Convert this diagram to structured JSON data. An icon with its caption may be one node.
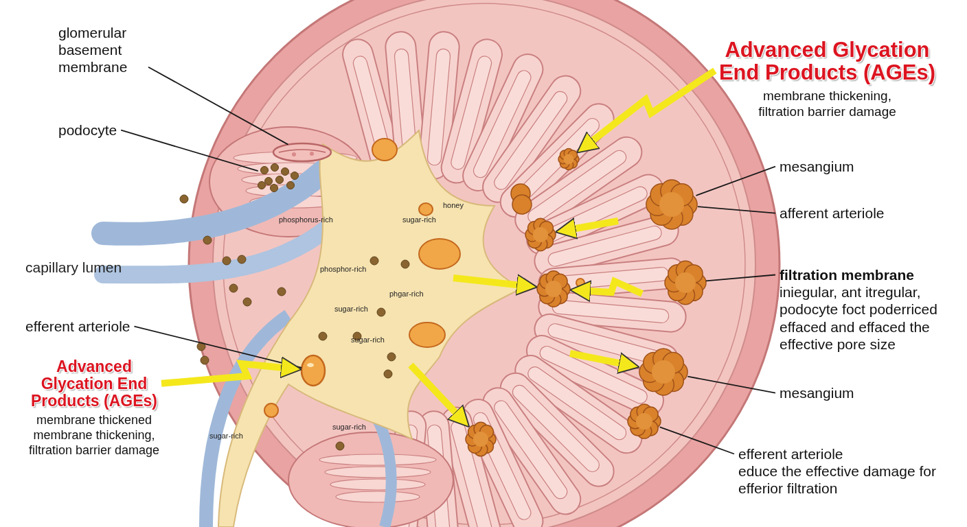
{
  "diagram": {
    "nodes": [
      {
        "text": [
          "glomerular basement membrane"
        ]
      },
      {
        "text": [],
        "shape": "picture"
      },
      {
        "text": [
          "podocyte"
        ]
      },
      {
        "text": [],
        "shape": "picture"
      },
      {
        "text": [
          "efferent arteriole"
        ]
      },
      {
        "text": [],
        "shape": "picture"
      },
      {
        "text": [
          "Advanced Glycation End Products (AGEs)",
          "membrane thickened membrane thickening, filtration barrier damage"
        ]
      },
      {
        "text": [
          "Advanced Glycation End Products (AGEs)",
          "membrane thickening, filtration barrier damage"
        ]
      },
      {
        "text": [],
        "shape": "picture"
      },
      {
        "text": [
          "mesangium"
        ]
      },
      {
        "text": [],
        "shape": "picture"
      },
      {
        "text": [
          "afferent arteriole"
        ]
      },
      {
        "text": [
          "filtration membrane",
          "iniegular, ant itregular, podocyte foct poderriced effaced and effaced the effective pore size"
        ]
      },
      {
        "text": [],
        "shape": "picture"
      },
      {
        "text": [
          "mesangium"
        ]
      },
      {
        "text": [],
        "shape": "picture"
      },
      {
        "text": [
          "efferent arteriole",
          "educe the effective damage for efferior filtration"
        ]
      },
      {
        "text": [],
        "shape": "picture"
      },
      {
        "text": [],
        "shape": "picture"
      },
      {
        "text": [],
        "shape": "picture"
      },
      {
        "text": [],
        "shape": "picture"
      }
    ],
    "edges": [
      {
        "from": 0,
        "to": 1,
        "arrow": "none"
      },
      {
        "from": 2,
        "to": 3,
        "arrow": "none"
      },
      {
        "from": 4,
        "to": 5,
        "arrow": "none"
      },
      {
        "from": 6,
        "to": 5,
        "arrow": "to",
        "style": "thick",
        "color": "#f4e81c"
      },
      {
        "from": 7,
        "to": 8,
        "arrow": "to",
        "style": "thick",
        "color": "#f4e81c"
      },
      {
        "from": 9,
        "to": 10,
        "arrow": "none"
      },
      {
        "from": 11,
        "to": 10,
        "arrow": "none"
      },
      {
        "from": 12,
        "to": 13,
        "arrow": "none"
      },
      {
        "from": 14,
        "to": 15,
        "arrow": "none"
      },
      {
        "from": 16,
        "to": 17,
        "arrow": "none"
      },
      {
        "from": null,
        "to": 18,
        "arrow": "to",
        "style": "thick",
        "color": "#f4e81c"
      },
      {
        "from": null,
        "to": 19,
        "arrow": "to",
        "style": "thick",
        "color": "#f4e81c"
      },
      {
        "from": null,
        "to": 19,
        "arrow": "to",
        "style": "thick",
        "color": "#f4e81c"
      },
      {
        "from": null,
        "to": 15,
        "arrow": "to",
        "style": "thick",
        "color": "#f4e81c"
      },
      {
        "from": null,
        "to": 20,
        "arrow": "to",
        "style": "thick",
        "color": "#f4e81c"
      }
    ],
    "labels": [
      "capillary lumen",
      "honey",
      "phosphorus-rich",
      "sugar-rich",
      "phosphor-rich",
      "phgar-rich",
      "sugar-rich",
      "sugar-rich",
      "sugar-rich",
      "sugar-rich"
    ]
  }
}
